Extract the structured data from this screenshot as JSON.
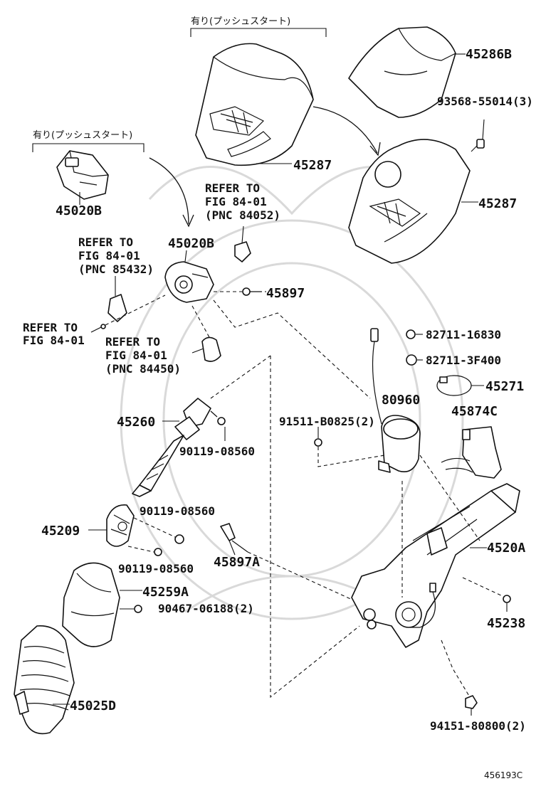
{
  "diagram_id": "456193C",
  "group_notes": {
    "cover_group": "有り(プッシュスタート)",
    "switch_group": "有り(プッシュスタート)"
  },
  "refer_notes": {
    "ref_84052": [
      "REFER TO",
      "FIG 84-01",
      "(PNC 84052)"
    ],
    "ref_85432": [
      "REFER TO",
      "FIG 84-01",
      "(PNC 85432)"
    ],
    "ref_plain": [
      "REFER TO",
      "FIG 84-01"
    ],
    "ref_84450": [
      "REFER TO",
      "FIG 84-01",
      "(PNC 84450)"
    ]
  },
  "parts": {
    "p45286B": "45286B",
    "p93568": "93568-55014(3)",
    "p45287_top": "45287",
    "p45287_right": "45287",
    "p45020B_left": "45020B",
    "p45020B_mid": "45020B",
    "p45897": "45897",
    "p82711_16830": "82711-16830",
    "p82711_3F400": "82711-3F400",
    "p45271": "45271",
    "p80960": "80960",
    "p45874C": "45874C",
    "p91511": "91511-B0825(2)",
    "p45260": "45260",
    "p90119_a": "90119-08560",
    "p90119_b": "90119-08560",
    "p90119_c": "90119-08560",
    "p45209": "45209",
    "p45897A": "45897A",
    "p45259A": "45259A",
    "p90467": "90467-06188(2)",
    "p45025D": "45025D",
    "p45520A": "4520A",
    "p45238": "45238",
    "p94151": "94151-80800(2)"
  }
}
